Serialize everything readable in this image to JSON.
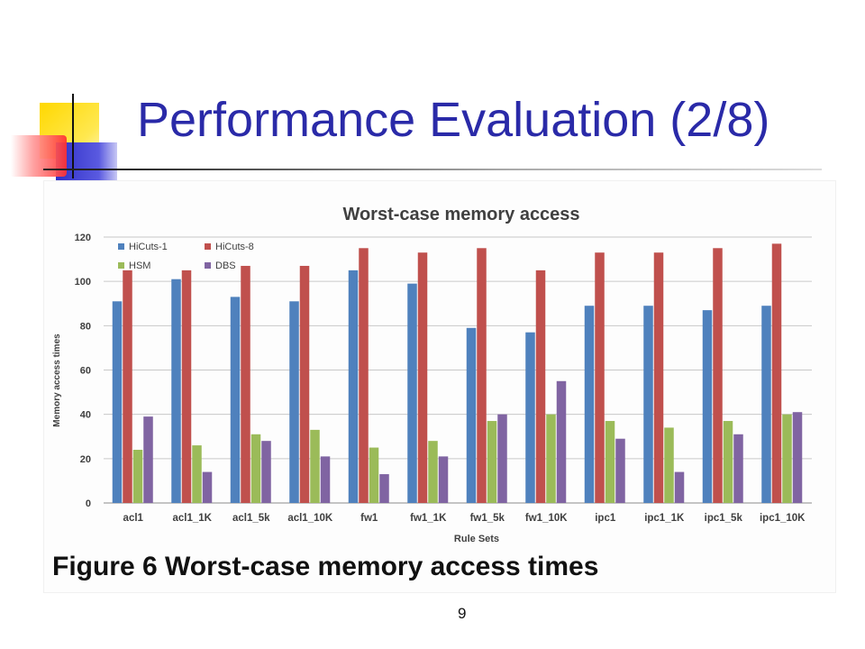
{
  "slide": {
    "title": "Performance Evaluation (2/8)",
    "caption": "Figure 6 Worst-case memory access times",
    "page_number": "9"
  },
  "chart_data": {
    "type": "bar",
    "title": "Worst-case memory access",
    "xlabel": "Rule Sets",
    "ylabel": "Memory access  times",
    "ylim": [
      0,
      120
    ],
    "yticks": [
      0,
      20,
      40,
      60,
      80,
      100,
      120
    ],
    "grid": true,
    "legend_placement": "top-left",
    "categories": [
      "acl1",
      "acl1_1K",
      "acl1_5k",
      "acl1_10K",
      "fw1",
      "fw1_1K",
      "fw1_5k",
      "fw1_10K",
      "ipc1",
      "ipc1_1K",
      "ipc1_5k",
      "ipc1_10K"
    ],
    "series": [
      {
        "name": "HiCuts-1",
        "color": "#4f81bd",
        "values": [
          91,
          101,
          93,
          91,
          105,
          99,
          79,
          77,
          89,
          89,
          87,
          89
        ]
      },
      {
        "name": "HiCuts-8",
        "color": "#c0504d",
        "values": [
          105,
          105,
          107,
          107,
          115,
          113,
          115,
          105,
          113,
          113,
          115,
          117
        ]
      },
      {
        "name": "HSM",
        "color": "#9bbb59",
        "values": [
          24,
          26,
          31,
          33,
          25,
          28,
          37,
          40,
          37,
          34,
          37,
          40
        ]
      },
      {
        "name": "DBS",
        "color": "#8064a2",
        "values": [
          39,
          14,
          28,
          21,
          13,
          21,
          40,
          55,
          29,
          14,
          31,
          41
        ]
      }
    ]
  }
}
